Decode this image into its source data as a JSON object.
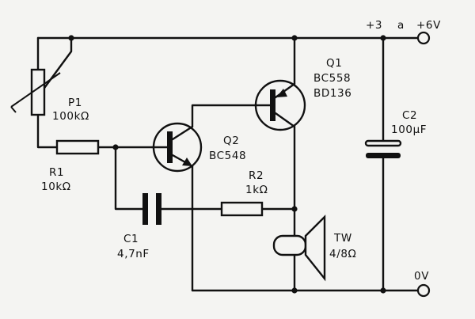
{
  "supply": {
    "label_plus": "+3",
    "label_a": "a",
    "label_max": "+6V",
    "label_ground": "0V"
  },
  "components": {
    "P1": {
      "ref": "P1",
      "value": "100kΩ"
    },
    "R1": {
      "ref": "R1",
      "value": "10kΩ"
    },
    "R2": {
      "ref": "R2",
      "value": "1kΩ"
    },
    "C1": {
      "ref": "C1",
      "value": "4,7nF"
    },
    "C2": {
      "ref": "C2",
      "value": "100µF"
    },
    "Q1": {
      "ref": "Q1",
      "type_a": "BC558",
      "type_b": "BD136"
    },
    "Q2": {
      "ref": "Q2",
      "type": "BC548"
    },
    "TW": {
      "ref": "TW",
      "value": "4/8Ω"
    }
  }
}
